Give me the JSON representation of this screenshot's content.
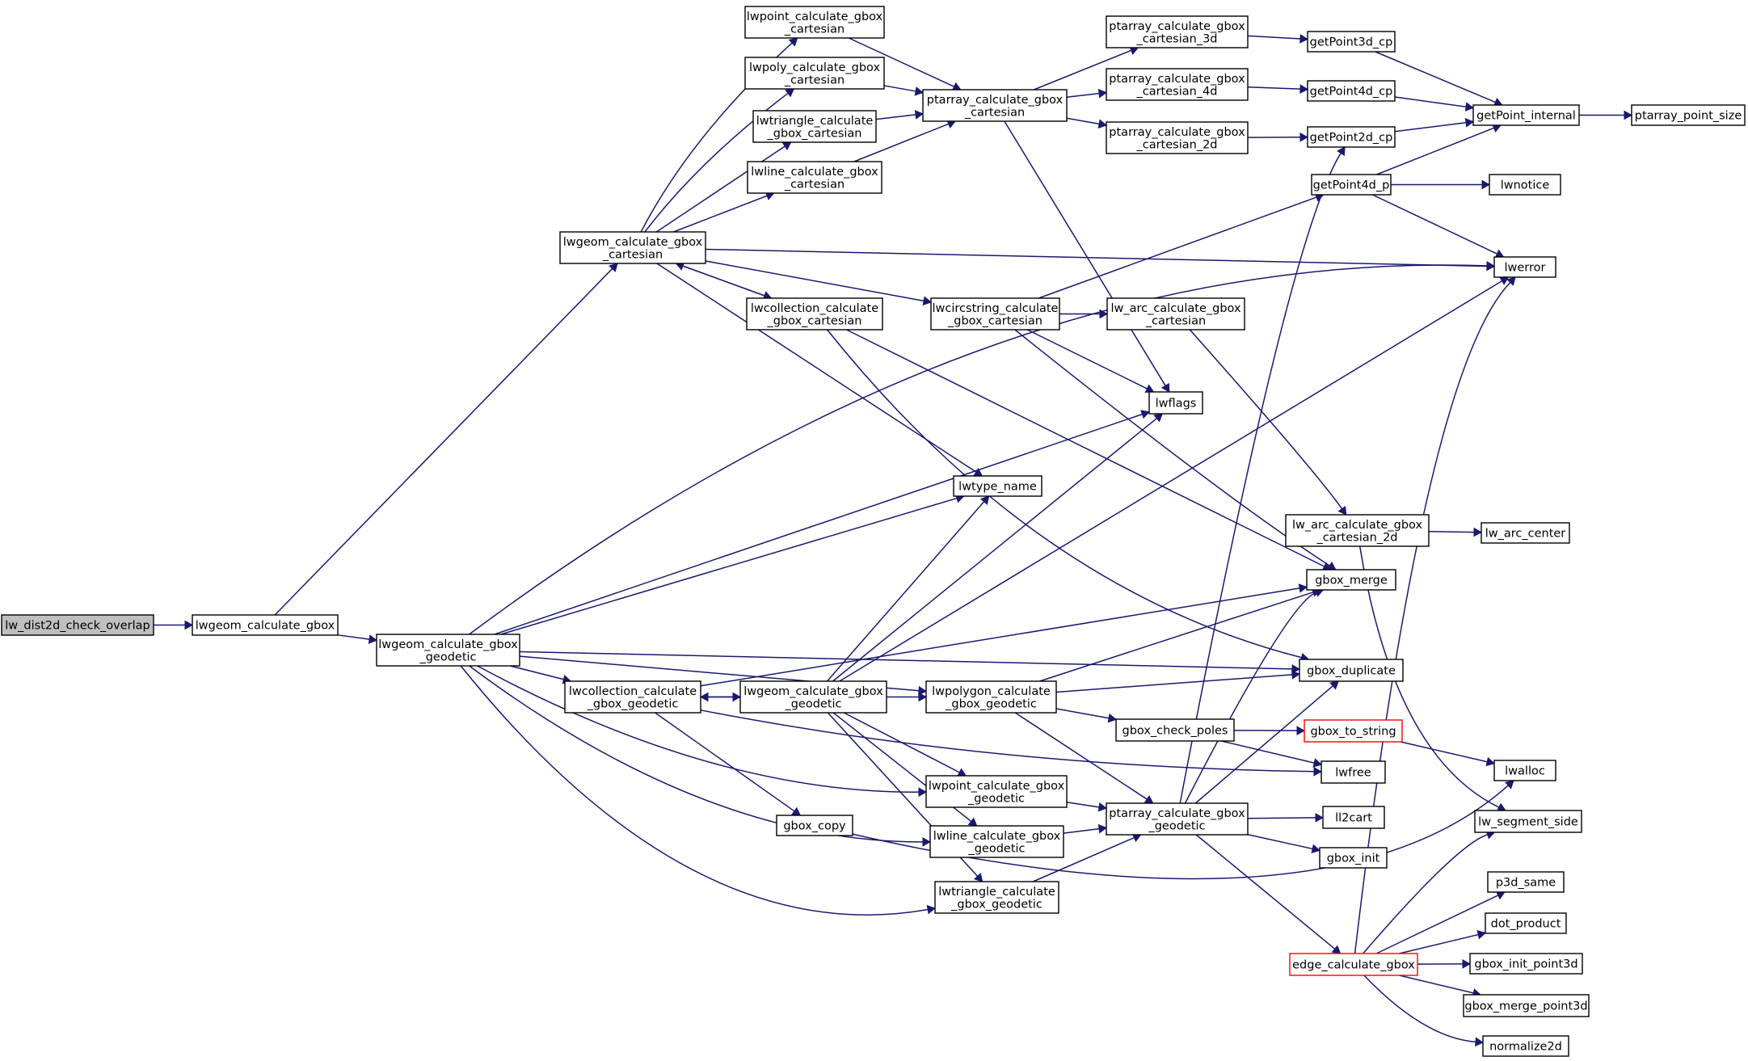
{
  "colors": {
    "edge": "#191970",
    "node_border": "#000000",
    "node_fill": "#ffffff",
    "root_fill": "#bfbfbf",
    "truncated_border": "#ff0000"
  },
  "nodes": [
    {
      "id": "lw_dist2d_check_overlap",
      "lines": [
        "lw_dist2d_check_overlap"
      ],
      "style": "root"
    },
    {
      "id": "lwgeom_calculate_gbox",
      "lines": [
        "lwgeom_calculate_gbox"
      ]
    },
    {
      "id": "lwgeom_calculate_gbox_cartesian",
      "lines": [
        "lwgeom_calculate_gbox",
        "_cartesian"
      ]
    },
    {
      "id": "lwgeom_calculate_gbox_geodetic",
      "lines": [
        "lwgeom_calculate_gbox",
        "_geodetic"
      ]
    },
    {
      "id": "lwpoint_calculate_gbox_cartesian",
      "lines": [
        "lwpoint_calculate_gbox",
        "_cartesian"
      ]
    },
    {
      "id": "lwpoly_calculate_gbox_cartesian",
      "lines": [
        "lwpoly_calculate_gbox",
        "_cartesian"
      ]
    },
    {
      "id": "lwtriangle_calculate_gbox_cartesian",
      "lines": [
        "lwtriangle_calculate",
        "_gbox_cartesian"
      ]
    },
    {
      "id": "lwline_calculate_gbox_cartesian",
      "lines": [
        "lwline_calculate_gbox",
        "_cartesian"
      ]
    },
    {
      "id": "lwcollection_calculate_gbox_cartesian",
      "lines": [
        "lwcollection_calculate",
        "_gbox_cartesian"
      ]
    },
    {
      "id": "lwcollection_calculate_gbox_geodetic",
      "lines": [
        "lwcollection_calculate",
        "_gbox_geodetic"
      ]
    },
    {
      "id": "gbox_copy",
      "lines": [
        "gbox_copy"
      ]
    },
    {
      "id": "lwgeom_calculate_gbox_geodetic2",
      "lines": [
        "lwgeom_calculate_gbox",
        "_geodetic"
      ]
    },
    {
      "id": "ptarray_calculate_gbox_cartesian",
      "lines": [
        "ptarray_calculate_gbox",
        "_cartesian"
      ]
    },
    {
      "id": "lwcircstring_calculate_gbox_cartesian",
      "lines": [
        "lwcircstring_calculate",
        "_gbox_cartesian"
      ]
    },
    {
      "id": "lwtype_name",
      "lines": [
        "lwtype_name"
      ]
    },
    {
      "id": "lwpolygon_calculate_gbox_geodetic",
      "lines": [
        "lwpolygon_calculate",
        "_gbox_geodetic"
      ]
    },
    {
      "id": "lwpoint_calculate_gbox_geodetic",
      "lines": [
        "lwpoint_calculate_gbox",
        "_geodetic"
      ]
    },
    {
      "id": "lwline_calculate_gbox_geodetic",
      "lines": [
        "lwline_calculate_gbox",
        "_geodetic"
      ]
    },
    {
      "id": "lwtriangle_calculate_gbox_geodetic",
      "lines": [
        "lwtriangle_calculate",
        "_gbox_geodetic"
      ]
    },
    {
      "id": "ptarray_calculate_gbox_cartesian_3d",
      "lines": [
        "ptarray_calculate_gbox",
        "_cartesian_3d"
      ]
    },
    {
      "id": "ptarray_calculate_gbox_cartesian_4d",
      "lines": [
        "ptarray_calculate_gbox",
        "_cartesian_4d"
      ]
    },
    {
      "id": "ptarray_calculate_gbox_cartesian_2d",
      "lines": [
        "ptarray_calculate_gbox",
        "_cartesian_2d"
      ]
    },
    {
      "id": "lw_arc_calculate_gbox_cartesian",
      "lines": [
        "lw_arc_calculate_gbox",
        "_cartesian"
      ]
    },
    {
      "id": "lwflags",
      "lines": [
        "lwflags"
      ]
    },
    {
      "id": "gbox_check_poles",
      "lines": [
        "gbox_check_poles"
      ]
    },
    {
      "id": "ptarray_calculate_gbox_geodetic",
      "lines": [
        "ptarray_calculate_gbox",
        "_geodetic"
      ]
    },
    {
      "id": "getPoint3d_cp",
      "lines": [
        "getPoint3d_cp"
      ]
    },
    {
      "id": "getPoint4d_cp",
      "lines": [
        "getPoint4d_cp"
      ]
    },
    {
      "id": "getPoint2d_cp",
      "lines": [
        "getPoint2d_cp"
      ]
    },
    {
      "id": "getPoint4d_p",
      "lines": [
        "getPoint4d_p"
      ]
    },
    {
      "id": "lw_arc_calculate_gbox_cartesian_2d",
      "lines": [
        "lw_arc_calculate_gbox",
        "_cartesian_2d"
      ]
    },
    {
      "id": "gbox_merge",
      "lines": [
        "gbox_merge"
      ]
    },
    {
      "id": "gbox_duplicate",
      "lines": [
        "gbox_duplicate"
      ]
    },
    {
      "id": "gbox_to_string",
      "lines": [
        "gbox_to_string"
      ],
      "style": "truncated"
    },
    {
      "id": "lwfree",
      "lines": [
        "lwfree"
      ]
    },
    {
      "id": "ll2cart",
      "lines": [
        "ll2cart"
      ]
    },
    {
      "id": "gbox_init",
      "lines": [
        "gbox_init"
      ]
    },
    {
      "id": "edge_calculate_gbox",
      "lines": [
        "edge_calculate_gbox"
      ],
      "style": "truncated"
    },
    {
      "id": "getPoint_internal",
      "lines": [
        "getPoint_internal"
      ]
    },
    {
      "id": "lwnotice",
      "lines": [
        "lwnotice"
      ]
    },
    {
      "id": "lwerror",
      "lines": [
        "lwerror"
      ]
    },
    {
      "id": "lw_arc_center",
      "lines": [
        "lw_arc_center"
      ]
    },
    {
      "id": "lwalloc",
      "lines": [
        "lwalloc"
      ]
    },
    {
      "id": "lw_segment_side",
      "lines": [
        "lw_segment_side"
      ]
    },
    {
      "id": "p3d_same",
      "lines": [
        "p3d_same"
      ]
    },
    {
      "id": "dot_product",
      "lines": [
        "dot_product"
      ]
    },
    {
      "id": "gbox_init_point3d",
      "lines": [
        "gbox_init_point3d"
      ]
    },
    {
      "id": "gbox_merge_point3d",
      "lines": [
        "gbox_merge_point3d"
      ]
    },
    {
      "id": "normalize2d",
      "lines": [
        "normalize2d"
      ]
    },
    {
      "id": "ptarray_point_size",
      "lines": [
        "ptarray_point_size"
      ]
    }
  ],
  "edges": [
    [
      "lw_dist2d_check_overlap",
      "lwgeom_calculate_gbox"
    ],
    [
      "lwgeom_calculate_gbox",
      "lwgeom_calculate_gbox_cartesian"
    ],
    [
      "lwgeom_calculate_gbox",
      "lwgeom_calculate_gbox_geodetic"
    ],
    [
      "lwgeom_calculate_gbox_cartesian",
      "lwpoint_calculate_gbox_cartesian"
    ],
    [
      "lwgeom_calculate_gbox_cartesian",
      "lwpoly_calculate_gbox_cartesian"
    ],
    [
      "lwgeom_calculate_gbox_cartesian",
      "lwtriangle_calculate_gbox_cartesian"
    ],
    [
      "lwgeom_calculate_gbox_cartesian",
      "lwline_calculate_gbox_cartesian"
    ],
    [
      "lwgeom_calculate_gbox_cartesian",
      "lwcollection_calculate_gbox_cartesian"
    ],
    [
      "lwgeom_calculate_gbox_cartesian",
      "lwcircstring_calculate_gbox_cartesian"
    ],
    [
      "lwgeom_calculate_gbox_cartesian",
      "lwtype_name"
    ],
    [
      "lwgeom_calculate_gbox_cartesian",
      "lwerror"
    ],
    [
      "lwcollection_calculate_gbox_cartesian",
      "lwgeom_calculate_gbox_cartesian"
    ],
    [
      "lwcollection_calculate_gbox_cartesian",
      "gbox_merge"
    ],
    [
      "lwcollection_calculate_gbox_cartesian",
      "gbox_duplicate"
    ],
    [
      "lwpoint_calculate_gbox_cartesian",
      "ptarray_calculate_gbox_cartesian"
    ],
    [
      "lwpoly_calculate_gbox_cartesian",
      "ptarray_calculate_gbox_cartesian"
    ],
    [
      "lwtriangle_calculate_gbox_cartesian",
      "ptarray_calculate_gbox_cartesian"
    ],
    [
      "lwline_calculate_gbox_cartesian",
      "ptarray_calculate_gbox_cartesian"
    ],
    [
      "ptarray_calculate_gbox_cartesian",
      "ptarray_calculate_gbox_cartesian_3d"
    ],
    [
      "ptarray_calculate_gbox_cartesian",
      "ptarray_calculate_gbox_cartesian_4d"
    ],
    [
      "ptarray_calculate_gbox_cartesian",
      "ptarray_calculate_gbox_cartesian_2d"
    ],
    [
      "ptarray_calculate_gbox_cartesian",
      "lwflags"
    ],
    [
      "ptarray_calculate_gbox_cartesian_3d",
      "getPoint3d_cp"
    ],
    [
      "ptarray_calculate_gbox_cartesian_4d",
      "getPoint4d_cp"
    ],
    [
      "ptarray_calculate_gbox_cartesian_2d",
      "getPoint2d_cp"
    ],
    [
      "getPoint3d_cp",
      "getPoint_internal"
    ],
    [
      "getPoint4d_cp",
      "getPoint_internal"
    ],
    [
      "getPoint2d_cp",
      "getPoint_internal"
    ],
    [
      "getPoint_internal",
      "ptarray_point_size"
    ],
    [
      "getPoint4d_p",
      "getPoint_internal"
    ],
    [
      "getPoint4d_p",
      "lwnotice"
    ],
    [
      "getPoint4d_p",
      "lwerror"
    ],
    [
      "lwcircstring_calculate_gbox_cartesian",
      "getPoint4d_p"
    ],
    [
      "lwcircstring_calculate_gbox_cartesian",
      "lw_arc_calculate_gbox_cartesian"
    ],
    [
      "lwcircstring_calculate_gbox_cartesian",
      "lwflags"
    ],
    [
      "lwcircstring_calculate_gbox_cartesian",
      "gbox_merge"
    ],
    [
      "lw_arc_calculate_gbox_cartesian",
      "lw_arc_calculate_gbox_cartesian_2d"
    ],
    [
      "lw_arc_calculate_gbox_cartesian_2d",
      "lw_arc_center"
    ],
    [
      "lw_arc_calculate_gbox_cartesian_2d",
      "lw_segment_side"
    ],
    [
      "lwgeom_calculate_gbox_geodetic",
      "lwerror"
    ],
    [
      "lwgeom_calculate_gbox_geodetic",
      "lwflags"
    ],
    [
      "lwgeom_calculate_gbox_geodetic",
      "lwtype_name"
    ],
    [
      "lwgeom_calculate_gbox_geodetic",
      "gbox_duplicate"
    ],
    [
      "lwgeom_calculate_gbox_geodetic",
      "lwcollection_calculate_gbox_geodetic"
    ],
    [
      "lwgeom_calculate_gbox_geodetic",
      "lwpolygon_calculate_gbox_geodetic"
    ],
    [
      "lwgeom_calculate_gbox_geodetic",
      "lwpoint_calculate_gbox_geodetic"
    ],
    [
      "lwgeom_calculate_gbox_geodetic",
      "lwline_calculate_gbox_geodetic"
    ],
    [
      "lwgeom_calculate_gbox_geodetic",
      "lwtriangle_calculate_gbox_geodetic"
    ],
    [
      "lwcollection_calculate_gbox_geodetic",
      "lwgeom_calculate_gbox_geodetic2"
    ],
    [
      "lwcollection_calculate_gbox_geodetic",
      "gbox_merge"
    ],
    [
      "lwcollection_calculate_gbox_geodetic",
      "gbox_copy"
    ],
    [
      "lwcollection_calculate_gbox_geodetic",
      "lwfree"
    ],
    [
      "lwgeom_calculate_gbox_geodetic2",
      "lwcollection_calculate_gbox_geodetic"
    ],
    [
      "lwgeom_calculate_gbox_geodetic2",
      "lwtype_name"
    ],
    [
      "lwgeom_calculate_gbox_geodetic2",
      "lwflags"
    ],
    [
      "lwgeom_calculate_gbox_geodetic2",
      "lwerror"
    ],
    [
      "lwgeom_calculate_gbox_geodetic2",
      "lwpolygon_calculate_gbox_geodetic"
    ],
    [
      "lwgeom_calculate_gbox_geodetic2",
      "lwpoint_calculate_gbox_geodetic"
    ],
    [
      "lwgeom_calculate_gbox_geodetic2",
      "lwline_calculate_gbox_geodetic"
    ],
    [
      "lwgeom_calculate_gbox_geodetic2",
      "lwtriangle_calculate_gbox_geodetic"
    ],
    [
      "lwpolygon_calculate_gbox_geodetic",
      "gbox_merge"
    ],
    [
      "lwpolygon_calculate_gbox_geodetic",
      "gbox_duplicate"
    ],
    [
      "lwpolygon_calculate_gbox_geodetic",
      "gbox_check_poles"
    ],
    [
      "lwpolygon_calculate_gbox_geodetic",
      "ptarray_calculate_gbox_geodetic"
    ],
    [
      "gbox_check_poles",
      "gbox_to_string"
    ],
    [
      "gbox_check_poles",
      "lwfree"
    ],
    [
      "gbox_to_string",
      "lwalloc"
    ],
    [
      "gbox_copy",
      "lwalloc"
    ],
    [
      "lwpoint_calculate_gbox_geodetic",
      "ptarray_calculate_gbox_geodetic"
    ],
    [
      "lwline_calculate_gbox_geodetic",
      "ptarray_calculate_gbox_geodetic"
    ],
    [
      "lwtriangle_calculate_gbox_geodetic",
      "ptarray_calculate_gbox_geodetic"
    ],
    [
      "ptarray_calculate_gbox_geodetic",
      "getPoint2d_cp"
    ],
    [
      "ptarray_calculate_gbox_geodetic",
      "gbox_merge"
    ],
    [
      "ptarray_calculate_gbox_geodetic",
      "gbox_duplicate"
    ],
    [
      "ptarray_calculate_gbox_geodetic",
      "ll2cart"
    ],
    [
      "ptarray_calculate_gbox_geodetic",
      "gbox_init"
    ],
    [
      "ptarray_calculate_gbox_geodetic",
      "edge_calculate_gbox"
    ],
    [
      "edge_calculate_gbox",
      "lwerror"
    ],
    [
      "edge_calculate_gbox",
      "lw_segment_side"
    ],
    [
      "edge_calculate_gbox",
      "p3d_same"
    ],
    [
      "edge_calculate_gbox",
      "dot_product"
    ],
    [
      "edge_calculate_gbox",
      "gbox_init_point3d"
    ],
    [
      "edge_calculate_gbox",
      "gbox_merge_point3d"
    ],
    [
      "edge_calculate_gbox",
      "normalize2d"
    ]
  ]
}
